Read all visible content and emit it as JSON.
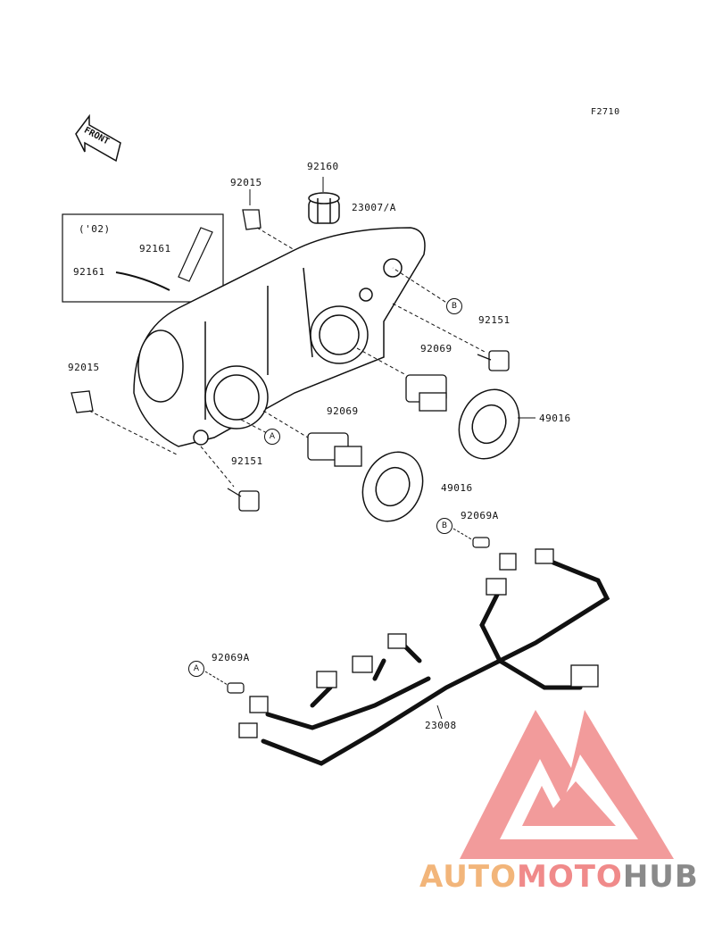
{
  "figure_code": "F2710",
  "front_label": "FRONT",
  "year_note": "('02)",
  "watermark": {
    "part1": "AUTO",
    "part2": "MOTO",
    "part3": "HUB"
  },
  "labels": {
    "p92160": "92160",
    "p92015_top": "92015",
    "p23007": "23007/A",
    "p92161_a": "92161",
    "p92161_b": "92161",
    "p92151_right": "92151",
    "p92069_upper": "92069",
    "p92015_left": "92015",
    "p92069_lower": "92069",
    "p49016_right": "49016",
    "p92151_left": "92151",
    "p49016_lower": "49016",
    "p92069A_right": "92069A",
    "p92069A_left": "92069A",
    "p23008": "23008"
  },
  "callouts": {
    "a1": "A",
    "a2": "A",
    "b1": "B",
    "b2": "B"
  },
  "colors": {
    "line": "#111111",
    "logo_red": "#f08a8a",
    "logo_orange": "#f2b57a",
    "logo_gray": "#8a8a8a"
  }
}
